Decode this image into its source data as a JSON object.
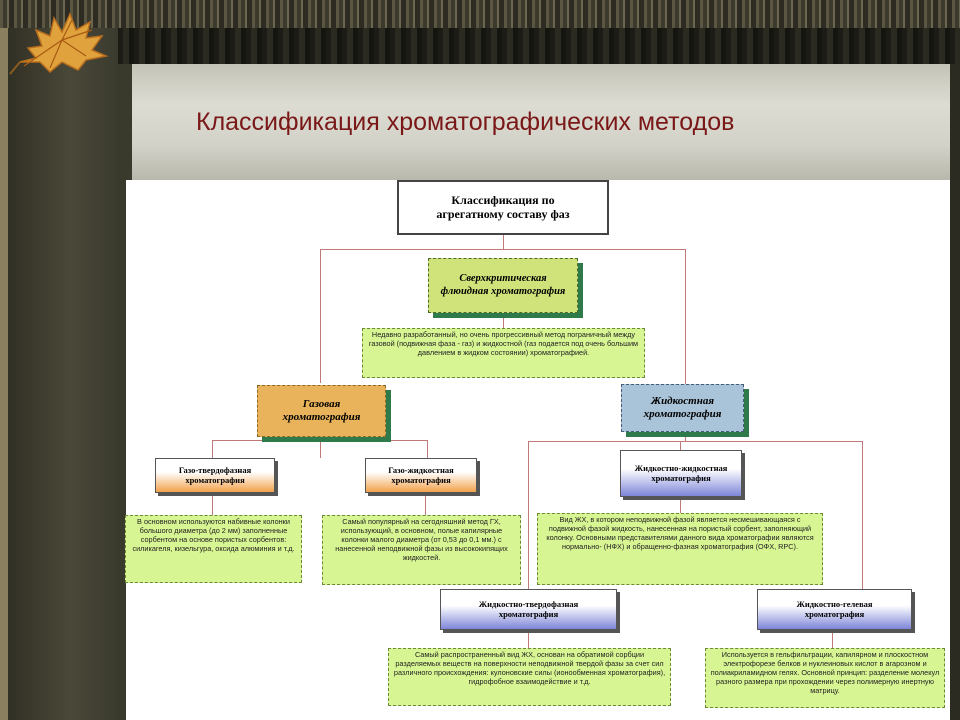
{
  "slide": {
    "title": "Классификация хроматографических методов"
  },
  "diagram": {
    "root": "Классификация по агрегатному составу фаз",
    "supercritical": "Сверхкритическая флюидная хроматография",
    "supercritical_note": "Недавно разработанный, но очень прогрессивный метод пограничный между газовой (подвижная фаза - газ) и жидкостной (газ подается под очень большим давлением в жидком состоянии) хроматографией.",
    "gas": "Газовая хроматография",
    "liquid": "Жидкостная хроматография",
    "gas_solid": "Газо-твердофазная хроматография",
    "gas_liquid": "Газо-жидкостная хроматография",
    "liquid_liquid": "Жидкостно-жидкостная хроматография",
    "gas_solid_note": "В основном используются набивные колонки большого диаметра (до 2 мм) заполненные сорбентом на основе пористых сорбентов: силикагеля, кизельгура, оксида алюминия и т.д.",
    "gas_liquid_note": "Самый популярный на сегодняшний метод ГХ, использующий, в основном, полые капилярные колонки малого диаметра (от 0,53 до 0,1 мм.) с нанесенной неподвижной фазы из высококипящих жидкостей.",
    "liquid_liquid_note": "Вид ЖХ, в котором неподвижной фазой является несмешивающаяся с подвижной фазой жидкость, нанесенная на пористый сорбент, заполняющий колонку. Основными представителями данного вида хроматографии являются нормально- (НФХ) и обращенно-фазная хроматография (ОФХ, RPC).",
    "liquid_solid": "Жидкостно-твердофазная хроматография",
    "liquid_gel": "Жидкостно-гелевая хроматография",
    "liquid_solid_note": "Самый распространенный вид ЖХ, основан на обратимой сорбции разделяемых веществ на поверхности неподвижной твердой фазы за счет сил различного происхождения: кулоновские силы (ионообменная хроматография), гидрофобное взаимодействие и т.д.",
    "liquid_gel_note": "Используется в гельфильтрации, капилярном и плоскостном электрофорезе белков и нуклеиновых кислот в агарозном и полиакриламидном гелях. Основной принцип: разделение молекул разного размера при прохождении через полимерную инертную матрицу."
  },
  "colors": {
    "title": "#7a1818",
    "supercritical_fill": "#cfe37a",
    "gas_fill": "#e8b35a",
    "liquid_fill": "#a9c4d8",
    "gas_solid_fill": "#f3a24b",
    "liquid_sub_fill": "#7e86d8",
    "note_fill": "#d8f593",
    "connector": "#c07878"
  }
}
